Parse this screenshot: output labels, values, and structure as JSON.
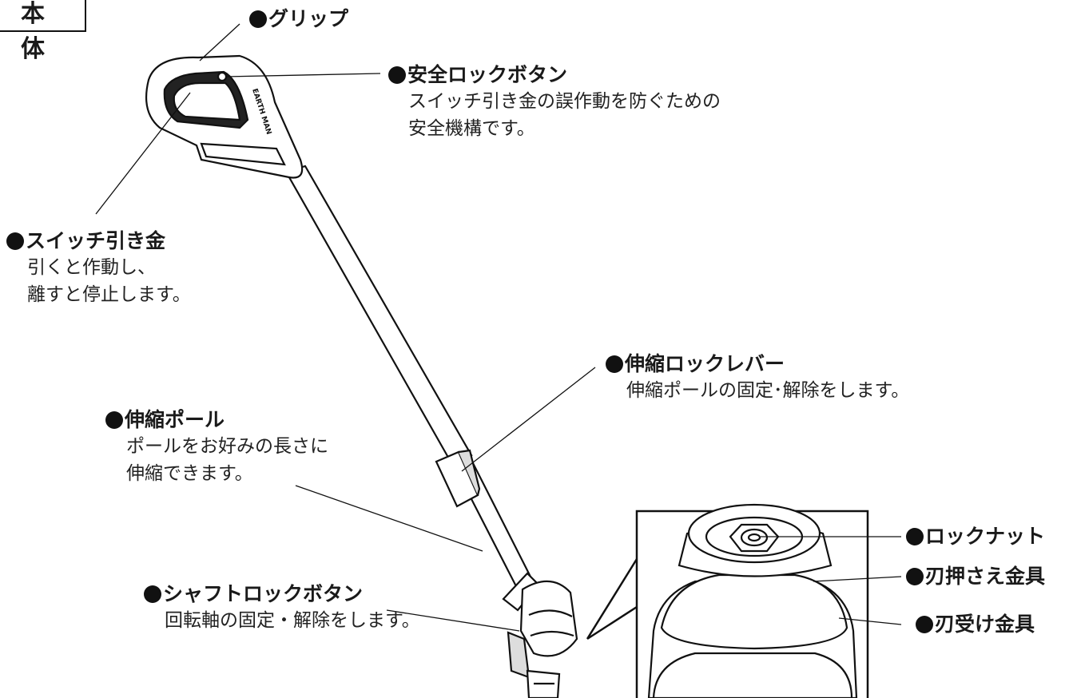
{
  "section_title": "本　体",
  "labels": {
    "grip": {
      "title": "グリップ"
    },
    "safety_lock": {
      "title": "安全ロックボタン",
      "desc": [
        "スイッチ引き金の誤作動を防ぐための",
        "安全機構です。"
      ]
    },
    "trigger": {
      "title": "スイッチ引き金",
      "desc": [
        "引くと作動し、",
        "離すと停止します。"
      ]
    },
    "lever": {
      "title": "伸縮ロックレバー",
      "desc": [
        "伸縮ポールの固定･解除をします。"
      ]
    },
    "pole": {
      "title": "伸縮ポール",
      "desc": [
        "ポールをお好みの長さに",
        "伸縮できます。"
      ]
    },
    "shaft_lock": {
      "title": "シャフトロックボタン",
      "desc": [
        "回転軸の固定・解除をします。"
      ]
    },
    "lock_nut": {
      "title": "ロックナット"
    },
    "blade_press": {
      "title": "刃押さえ金具"
    },
    "blade_receive": {
      "title": "刃受け金具"
    }
  },
  "brand_text": "EARTH MAN"
}
